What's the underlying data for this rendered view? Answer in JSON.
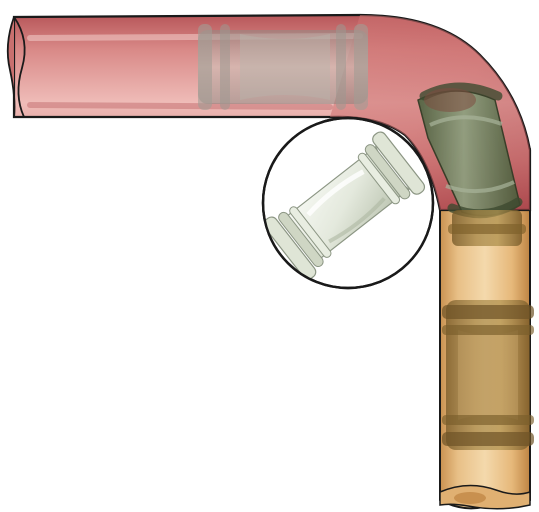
{
  "figure": {
    "colors": {
      "background": "#ffffff",
      "outline": "#1a1a1a",
      "red_vessel_fill": "#d98a88",
      "red_vessel_shade": "#b8575a",
      "red_vessel_highlight": "#f1c3c0",
      "orange_tube_fill": "#e8c087",
      "orange_tube_shade": "#c08a48",
      "orange_tube_highlight": "#f6dfb9",
      "stent_green": "#7a8f6e",
      "stent_dark": "#55683f",
      "stent_pale": "#e9eee4",
      "stent_pale_shade": "#c8d0c0",
      "connector_gray": "#8a8a86",
      "ghost_stent": "#a8a6a0",
      "brown_stent": "#8d6f35"
    },
    "parts": [
      "red-horizontal-vessel",
      "bend-region",
      "orange-vertical-tube",
      "magnified-inset-circle",
      "ghost-stent-in-red-vessel",
      "green-flexible-connector",
      "brown-stents-in-orange-tube",
      "pale-stent-in-inset"
    ]
  }
}
